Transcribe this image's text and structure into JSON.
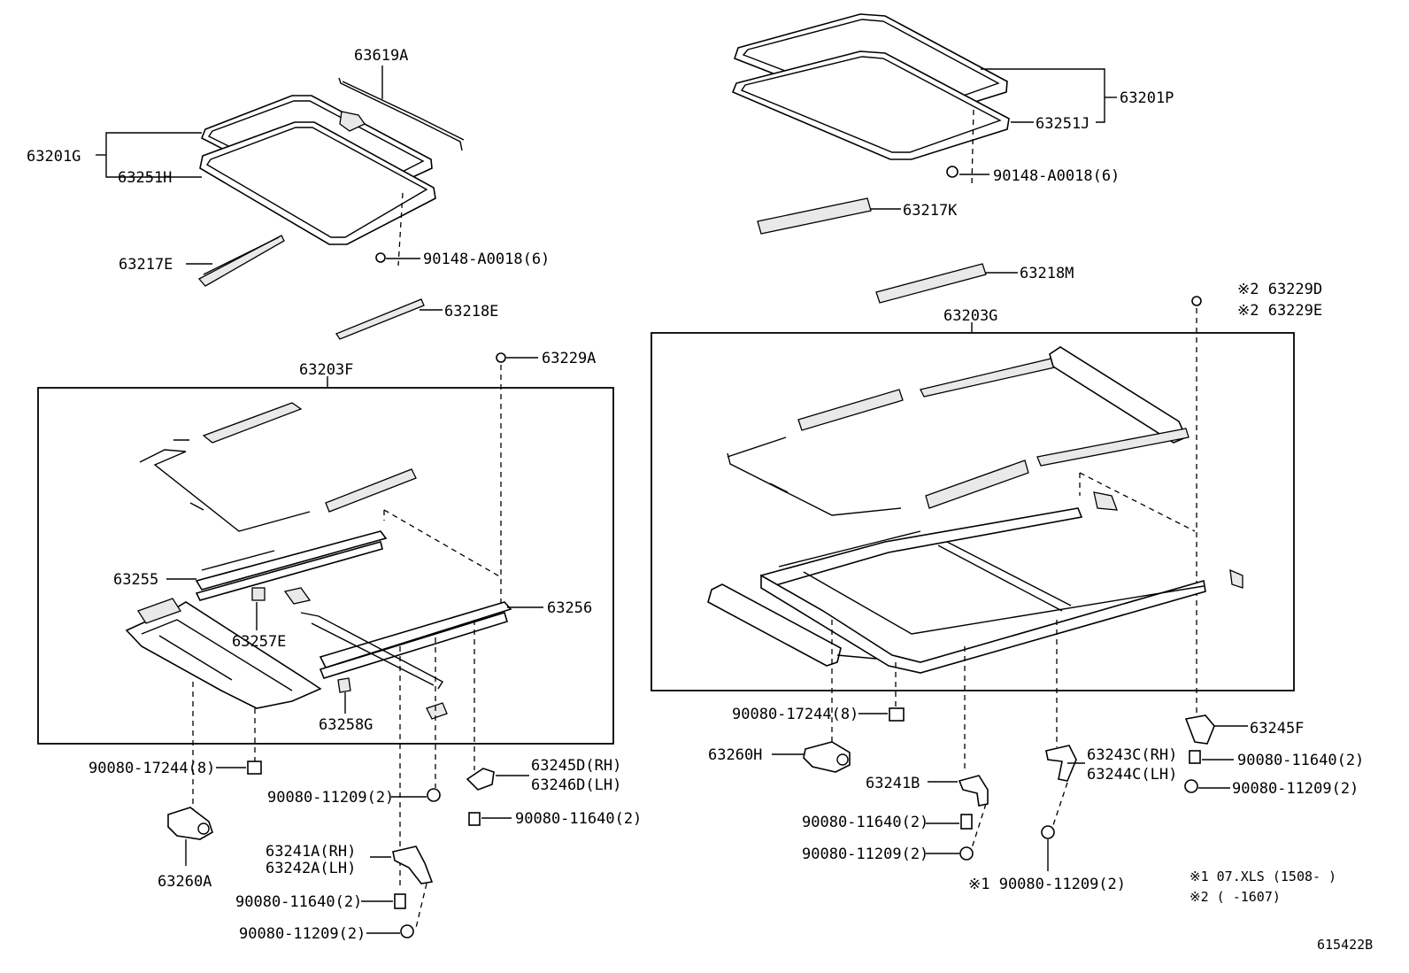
{
  "labels": {
    "p63619A": "63619A",
    "p63201G": "63201G",
    "p63251H": "63251H",
    "p63217E": "63217E",
    "p90148L": "90148-A0018(6)",
    "p63218E": "63218E",
    "p63229A": "63229A",
    "p63203F": "63203F",
    "p63255": "63255",
    "p63256": "63256",
    "p63257E": "63257E",
    "p63258G": "63258G",
    "p90080_17244L": "90080-17244(8)",
    "p90080_11209L1": "90080-11209(2)",
    "p63245D": "63245D(RH)",
    "p63246D": "63246D(LH)",
    "p90080_11640L1": "90080-11640(2)",
    "p63260A": "63260A",
    "p63241A": "63241A(RH)",
    "p63242A": "63242A(LH)",
    "p90080_11640L2": "90080-11640(2)",
    "p90080_11209L2": "90080-11209(2)",
    "p63201P": "63201P",
    "p63251J": "63251J",
    "p90148R": "90148-A0018(6)",
    "p63217K": "63217K",
    "p63218M": "63218M",
    "p63229D": "※2 63229D",
    "p63229E": "※2 63229E",
    "p63203G": "63203G",
    "p90080_17244R": "90080-17244(8)",
    "p63245F": "63245F",
    "p63260H": "63260H",
    "p63243C": "63243C(RH)",
    "p63244C": "63244C(LH)",
    "p90080_11640R1": "90080-11640(2)",
    "p90080_11209R1": "90080-11209(2)",
    "p63241B": "63241B",
    "p90080_11640R2": "90080-11640(2)",
    "p90080_11209R2": "90080-11209(2)",
    "p90080_11209R3": "※1 90080-11209(2)"
  },
  "notes": {
    "note1": "※1 07.XLS (1508-      )",
    "note2": "※2 (        -1607)"
  },
  "diagram_code": "615422B"
}
